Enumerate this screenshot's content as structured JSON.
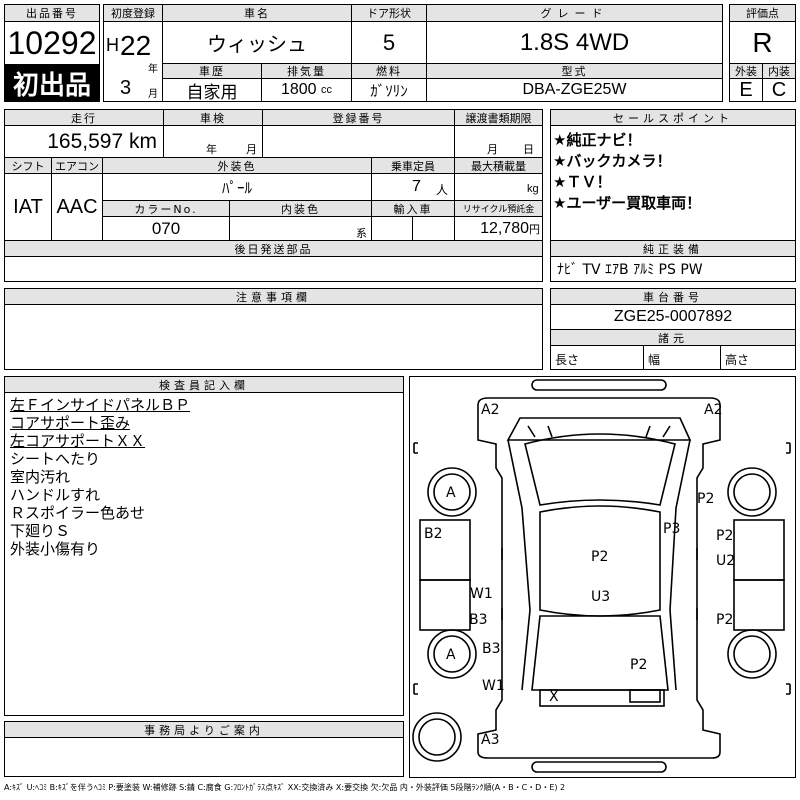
{
  "header": {
    "lot_label": "出品番号",
    "lot_number": "10292",
    "first_listing": "初出品",
    "first_reg_label": "初度登録",
    "era": "H",
    "year": "22",
    "year_unit": "年",
    "month": "3",
    "month_unit": "月",
    "car_name_label": "車名",
    "car_name": "ウィッシュ",
    "door_label": "ドア形状",
    "doors": "5",
    "grade_label": "グレード",
    "grade": "1.8S 4WD",
    "score_label": "評価点",
    "score": "R",
    "history_label": "車歴",
    "history": "自家用",
    "displacement_label": "排気量",
    "displacement": "1800",
    "displacement_unit": "cc",
    "fuel_label": "燃料",
    "fuel": "ｶﾞｿﾘﾝ",
    "model_label": "型式",
    "model_code": "DBA-ZGE25W",
    "exterior_label": "外装",
    "exterior": "E",
    "interior_label": "内装",
    "interior": "C"
  },
  "details": {
    "mileage_label": "走行",
    "mileage": "165,597",
    "mileage_unit": "km",
    "inspection_label": "車検",
    "year_unit": "年",
    "month_unit": "月",
    "plate_label": "登録番号",
    "transfer_label": "譲渡書類期限",
    "day_unit": "日",
    "shift_label": "シフト",
    "shift": "IAT",
    "ac_label": "エアコン",
    "ac": "AAC",
    "color_label": "外装色",
    "color": "ﾊﾟｰﾙ",
    "capacity_label": "乗車定員",
    "capacity": "7",
    "capacity_unit": "人",
    "load_label": "最大積載量",
    "load_unit": "kg",
    "color_no_label": "カラーNo.",
    "color_no": "070",
    "interior_color_label": "内装色",
    "interior_color_unit": "系",
    "import_label": "輸入車",
    "recycle_label": "リサイクル預託金",
    "recycle_fee": "12,780",
    "recycle_unit": "円",
    "later_parts_label": "後日発送部品"
  },
  "selling_points": {
    "label": "セールスポイント",
    "items": [
      "★純正ナビ！",
      "★バックカメラ！",
      "★ＴＶ！",
      "★ユーザー買取車両！"
    ]
  },
  "equipment": {
    "label": "純正装備",
    "value": "ﾅﾋﾞ TV ｴｱB ｱﾙﾐ PS PW"
  },
  "notes": {
    "label": "注意事項欄"
  },
  "chassis": {
    "label": "車台番号",
    "number": "ZGE25-0007892",
    "dims_label": "諸元",
    "length": "長さ",
    "width": "幅",
    "height": "高さ"
  },
  "inspector": {
    "label": "検査員記入欄",
    "lines": [
      {
        "text": "左ＦインサイドパネルＢＰ",
        "u": true
      },
      {
        "text": "コアサポート歪み",
        "u": true
      },
      {
        "text": "左コアサポートＸＸ",
        "u": true
      },
      {
        "text": "シートへたり",
        "u": false
      },
      {
        "text": "室内汚れ",
        "u": false
      },
      {
        "text": "ハンドルすれ",
        "u": false
      },
      {
        "text": "Ｒスポイラー色あせ",
        "u": false
      },
      {
        "text": "下廻りＳ",
        "u": false
      },
      {
        "text": "外装小傷有り",
        "u": false
      }
    ]
  },
  "office": {
    "label": "事務局よりご案内"
  },
  "damage_marks": [
    "A2",
    "A2",
    "A",
    "P2",
    "B2",
    "P3",
    "P2",
    "U2",
    "P2",
    "W1",
    "U3",
    "B3",
    "P2",
    "A",
    "B3",
    "P2",
    "W1",
    "X",
    "A3"
  ],
  "legend": "A:ｷｽﾞ U:ﾍｺﾐ B:ｷｽﾞを伴うﾍｺﾐ P:要塗装 W:補修跡 S:錆 C:腐食 G:ﾌﾛﾝﾄｶﾞﾗｽ点ｷｽﾞ XX:交換済み X:要交換 欠:欠品 内・外装評価 5段階ﾗﾝｸ順(A・B・C・D・E) 2"
}
